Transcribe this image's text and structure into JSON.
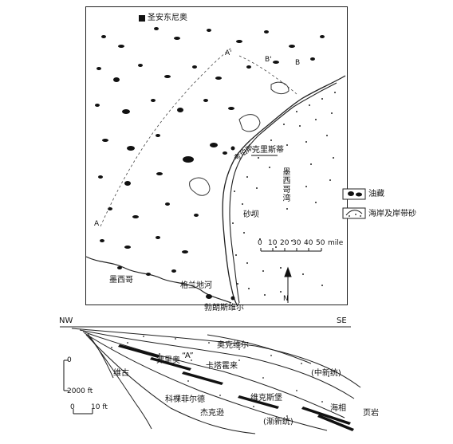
{
  "map": {
    "city_san_antonio": "圣安东尼奥",
    "city_corpus_christi": "克里斯蒂",
    "corpus_prefix": "考珀斯",
    "city_brownsville": "勃朗斯维尔",
    "country_mexico": "墨西哥",
    "river_rio_grande": "格兰地河",
    "gulf_of_mexico": "墨西哥湾",
    "barrier_bar": "砂坝",
    "section_a_prime": "A'",
    "section_a": "A",
    "section_b": "B",
    "section_b_prime": "B'"
  },
  "legend": {
    "oil_reservoir": "油藏",
    "coastal_sand": "海岸及岸带砂"
  },
  "scale_bar": {
    "ticks": [
      "0",
      "10",
      "20",
      "30",
      "40",
      "50"
    ],
    "unit": "mile"
  },
  "north_arrow": {
    "label": "N"
  },
  "cross_section": {
    "nw": "NW",
    "se": "SE",
    "frio_a": "“A”",
    "frio": "弗里奥",
    "oakville": "奥克维尔",
    "miocene": "(中新统)",
    "catahoula": "卡塔霍来",
    "vicksburg": "维克斯堡",
    "oligocene": "(渐新统)",
    "jackson": "杰克逊",
    "yegua": "维古",
    "cockfield": "科棵菲尔德",
    "marine": "海相",
    "shale": "页岩",
    "vscale_zero": "0",
    "vscale_value": "2000 ft",
    "hscale_zero": "0",
    "hscale_value": "10 ft"
  }
}
